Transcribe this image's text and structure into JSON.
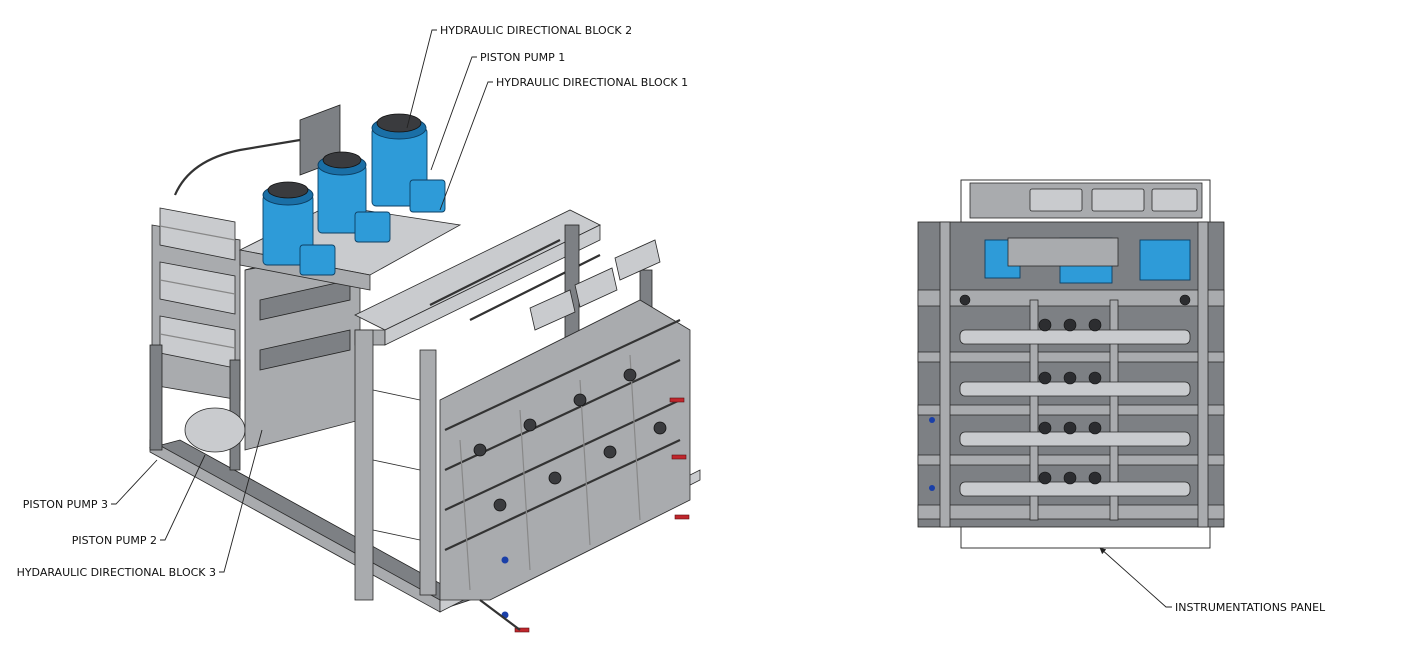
{
  "labels": {
    "hdb2": "HYDRAULIC DIRECTIONAL BLOCK 2",
    "pp1": "PISTON PUMP 1",
    "hdb1": "HYDRAULIC DIRECTIONAL BLOCK 1",
    "pp3": "PISTON PUMP 3",
    "pp2": "PISTON PUMP 2",
    "hdb3": "HYDARAULIC DIRECTIONAL BLOCK 3",
    "panel": "INSTRUMENTATIONS PANEL"
  },
  "colors": {
    "pump_motor": "#2e9bd8",
    "frame_steel": "#a9abae",
    "valve_handle": "#c0262c"
  }
}
